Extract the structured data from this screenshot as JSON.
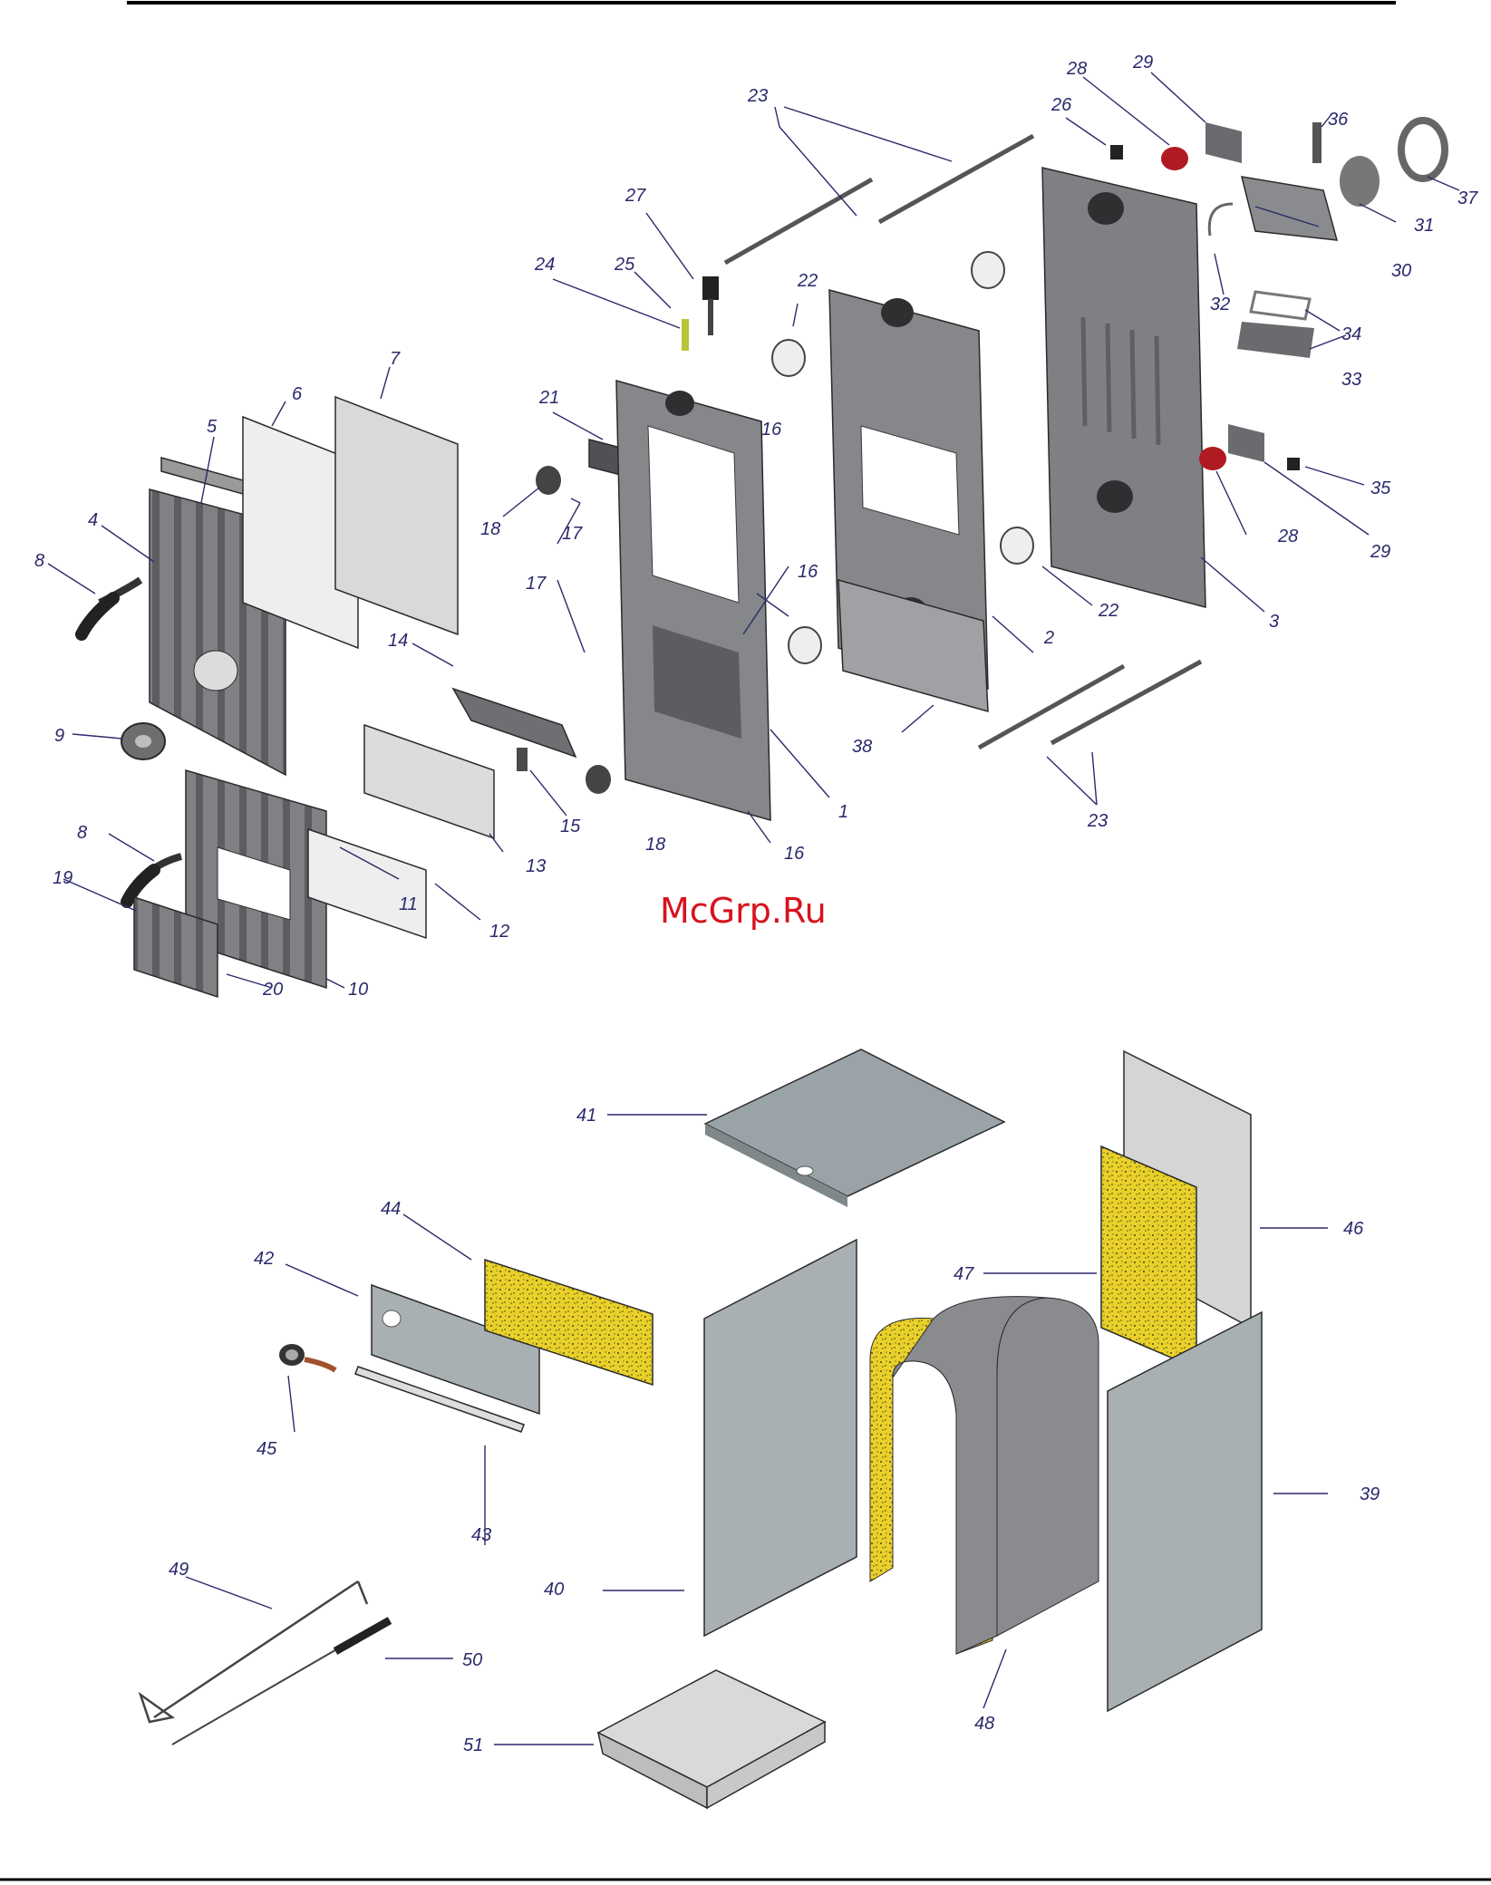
{
  "watermark": "McGrp.Ru",
  "colors": {
    "cast_iron": "#7f8082",
    "cast_iron_dark": "#5f6063",
    "panel": "#a9b0b3",
    "insulation": "#e9d12a",
    "gasket": "#b01a22",
    "label": "#2b2a6b",
    "watermark": "#d8121e"
  },
  "labels": {
    "l1": "1",
    "l2": "2",
    "l3": "3",
    "l4": "4",
    "l5": "5",
    "l6": "6",
    "l7": "7",
    "l8a": "8",
    "l8b": "8",
    "l9": "9",
    "l10": "10",
    "l11": "11",
    "l12": "12",
    "l13": "13",
    "l14": "14",
    "l15": "15",
    "l16a": "16",
    "l16b": "16",
    "l16c": "16",
    "l17a": "17",
    "l17b": "17",
    "l18a": "18",
    "l18b": "18",
    "l19": "19",
    "l20": "20",
    "l21": "21",
    "l22a": "22",
    "l22b": "22",
    "l23a": "23",
    "l23b": "23",
    "l24": "24",
    "l25": "25",
    "l26": "26",
    "l27": "27",
    "l28a": "28",
    "l28b": "28",
    "l29a": "29",
    "l29b": "29",
    "l30": "30",
    "l31": "31",
    "l32": "32",
    "l33": "33",
    "l34": "34",
    "l35": "35",
    "l36": "36",
    "l37": "37",
    "l38": "38",
    "l39": "39",
    "l40": "40",
    "l41": "41",
    "l42": "42",
    "l43": "43",
    "l44": "44",
    "l45": "45",
    "l46": "46",
    "l47": "47",
    "l48": "48",
    "l49": "49",
    "l50": "50",
    "l51": "51"
  }
}
